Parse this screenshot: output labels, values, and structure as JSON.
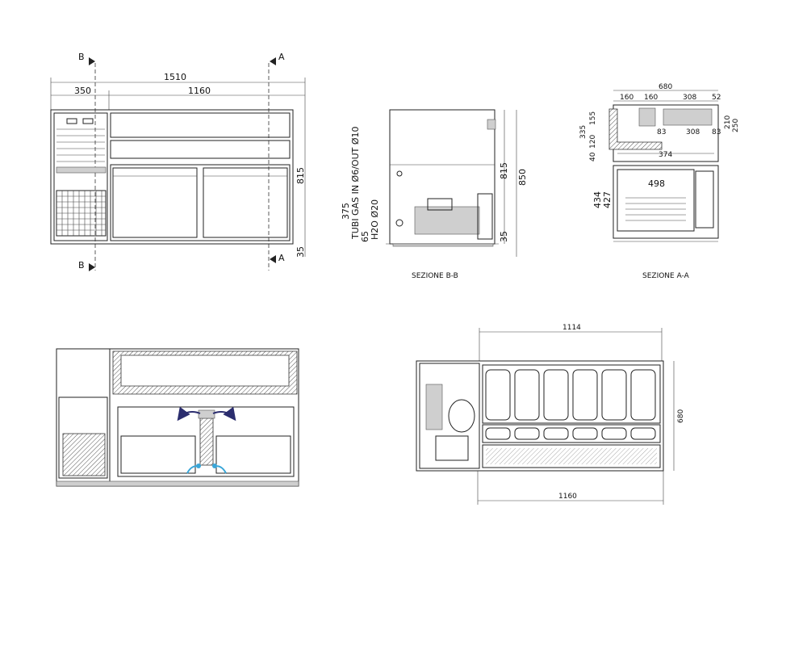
{
  "front_view": {
    "section_marks": [
      "B",
      "A"
    ],
    "dims": {
      "overall": "1510",
      "left": "350",
      "right": "1160",
      "height": "815",
      "foot": "35"
    }
  },
  "section_bb": {
    "caption": "SEZIONE B-B",
    "dims": {
      "d815": "815",
      "d850": "850",
      "d35": "35",
      "d375": "375",
      "d65": "65"
    },
    "labels": {
      "gas": "TUBI GAS IN Ø6/OUT Ø10",
      "water": "H2O Ø20"
    }
  },
  "section_aa": {
    "caption": "SEZIONE A-A",
    "dims": {
      "top": "680",
      "d160a": "160",
      "d160b": "160",
      "d308a": "308",
      "d52": "52",
      "d155": "155",
      "d335": "335",
      "d120": "120",
      "d40": "40",
      "d83a": "83",
      "d308b": "308",
      "d83b": "83",
      "d210": "210",
      "d250": "250",
      "d374": "374",
      "d498": "498",
      "d434": "434",
      "d427": "427"
    }
  },
  "airflow_view": {},
  "plan_view": {
    "dims": {
      "top": "1114",
      "side": "680",
      "bottom": "1160"
    }
  }
}
